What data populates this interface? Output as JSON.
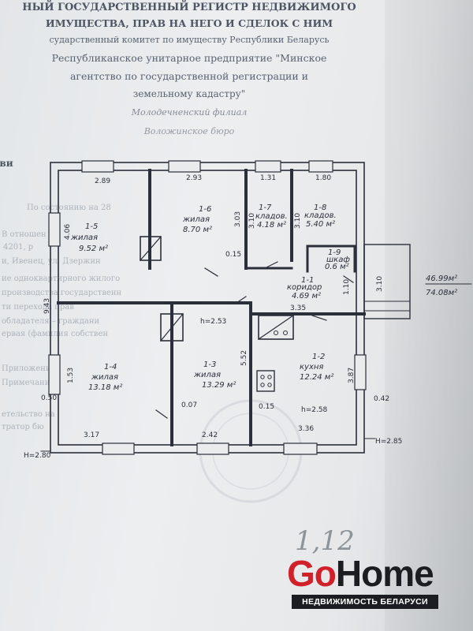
{
  "header": {
    "line1": "НЫЙ ГОСУДАРСТВЕННЫЙ РЕГИСТР НЕДВИЖИМОГО",
    "line2": "ИМУЩЕСТВА, ПРАВ НА НЕГО И СДЕЛОК С НИМ",
    "line3": "сударственный комитет по имуществу Республики Беларусь",
    "line4": "Республиканское унитарное предприятие \"Минское",
    "line5": "агентство по государственной регистрации и",
    "line6": "земельному кадастру\"",
    "line7": "Молодечненский филиал",
    "line8": "Воложинское бюро",
    "line9": "ви"
  },
  "background_text": [
    "По состоянию на 28 ",
    "В отношен",
    "4201, р",
    "и, Ивенец, ул. Дзержин",
    "ие одноквартирного жилого",
    "производства государственн",
    "ти   перехода   прав",
    "обладателя – граждани",
    "ервая (фамилия собствен",
    "Приложение:",
    "Примечание: ",
    "етельство на",
    "тратор бю"
  ],
  "floor_plan": {
    "rooms": [
      {
        "id": "1-5",
        "name": "жилая",
        "area": "9.52 м²"
      },
      {
        "id": "1-6",
        "name": "жилая",
        "area": "8.70 м²"
      },
      {
        "id": "1-7",
        "name": "кладов.",
        "area": "4.18 м²"
      },
      {
        "id": "1-8",
        "name": "кладов.",
        "area": "5.40 м²"
      },
      {
        "id": "1-9",
        "name": "шкаф",
        "area": "0.6 м²"
      },
      {
        "id": "1-1",
        "name": "коридор",
        "area": "4.69 м²"
      },
      {
        "id": "1-4",
        "name": "жилая",
        "area": "13.18 м²"
      },
      {
        "id": "1-3",
        "name": "жилая",
        "area": "13.29 м²"
      },
      {
        "id": "1-2",
        "name": "кухня",
        "area": "12.24 м²"
      }
    ],
    "dimensions": {
      "top_1": "2.89",
      "top_2": "2.93",
      "top_3": "1.31",
      "top_4": "1.80",
      "left_1": "4.06",
      "left_2": "9.43",
      "left_3": "1.53",
      "wall_1": "3.03",
      "wall_2": "3.10",
      "wall_3": "3.10",
      "wall_4": "1.10",
      "wall_5": "3.10",
      "wall_6": "5.52",
      "wall_7": "3.87",
      "inner_1": "0.15",
      "inner_2": "3.35",
      "inner_3": "0.07",
      "inner_4": "0.15",
      "bottom_1": "3.17",
      "bottom_2": "2.42",
      "bottom_3": "3.36",
      "edge_left": "0.50",
      "edge_right": "0.42",
      "height_1": "h=2.53",
      "height_2": "h=2.58",
      "level_left": "H=2.80",
      "level_right": "H=2.85"
    },
    "totals": {
      "living_area": "46.99м²",
      "total_area": "74.08м²"
    }
  },
  "handwritten": {
    "note": "1,12"
  },
  "logo": {
    "go": "Go",
    "home": "Home",
    "tagline": "НЕДВИЖИМОСТЬ БЕЛАРУСИ",
    "red": "#d0212a",
    "dark": "#1c1d22"
  }
}
